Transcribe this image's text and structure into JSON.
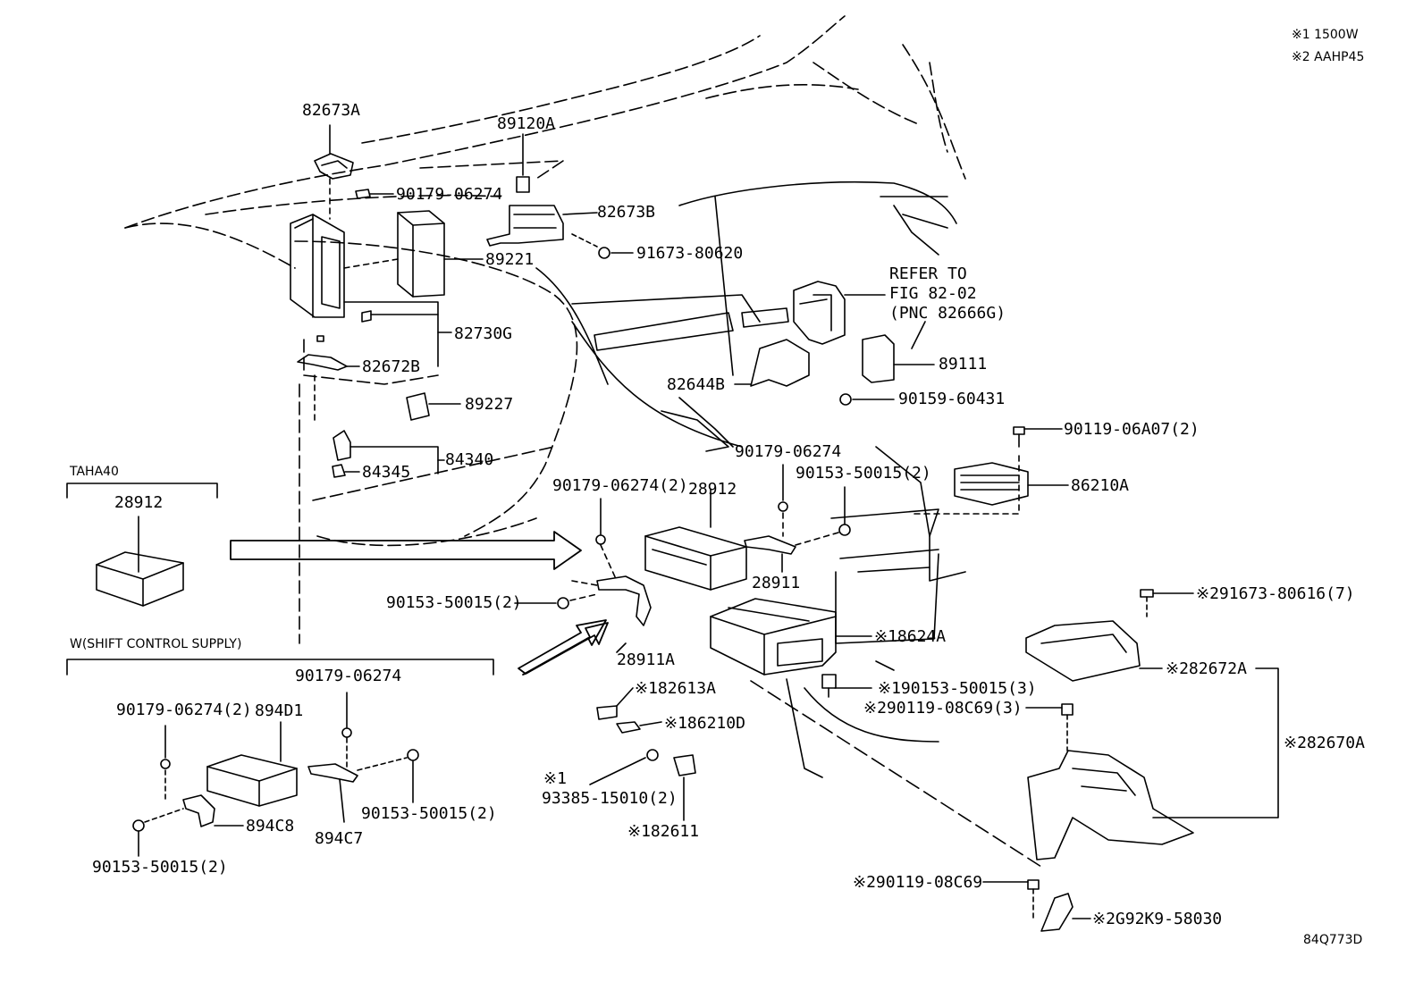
{
  "notes": [
    "※1 1500W",
    "※2 AAHP45"
  ],
  "drawing_number": "84Q773D",
  "inset_taha": {
    "title": "TAHA40",
    "part": "28912"
  },
  "inset_shift": {
    "title": "W(SHIFT CONTROL SUPPLY)",
    "parts": [
      "90179-06274",
      "90179-06274(2)",
      "894D1",
      "90153-50015(2)",
      "894C8",
      "894C7",
      "90153-50015(2)"
    ]
  },
  "refer_note": [
    "REFER TO",
    "FIG 82-02",
    "(PNC 82666G)"
  ],
  "callouts": [
    "82673A",
    "89120A",
    "90179-06274",
    "82673B",
    "91673-80620",
    "89221",
    "82730G",
    "82672B",
    "89227",
    "84340",
    "84345",
    "82644B",
    "89111",
    "90159-60431",
    "90119-06A07(2)",
    "86210A",
    "90179-06274",
    "90153-50015(2)",
    "90179-06274(2)",
    "28912",
    "28911",
    "90153-50015(2)",
    "※18624A",
    "28911A",
    "※291673-80616(7)",
    "※282672A",
    "※282670A",
    "※190153-50015(3)",
    "※290119-08C69(3)",
    "※182613A",
    "※186210D",
    "※1",
    "93385-15010(2)",
    "※182611",
    "※290119-08C69",
    "※2G92K9-58030"
  ]
}
